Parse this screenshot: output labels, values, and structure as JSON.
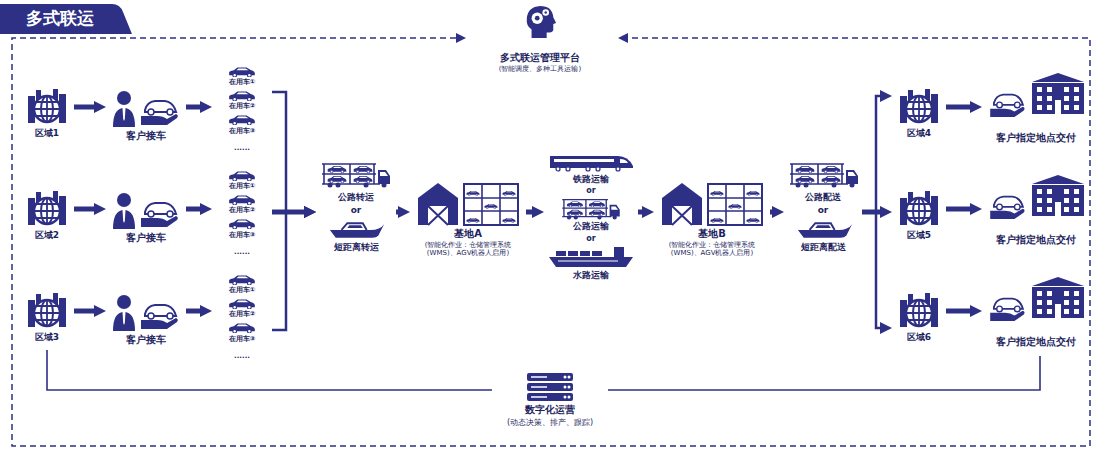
{
  "diagram": {
    "title": "多式联运",
    "nodes": [
      {
        "text": [
          "多式联运管理平台",
          "(智能调度、多种工具运输)"
        ]
      },
      {
        "text": [
          "区域1"
        ]
      },
      {
        "text": [
          "区域2"
        ]
      },
      {
        "text": [
          "区域3"
        ]
      },
      {
        "text": [
          "客户接车"
        ]
      },
      {
        "text": [
          "客户接车"
        ]
      },
      {
        "text": [
          "客户接车"
        ]
      },
      {
        "text": [
          "在用车①",
          "在用车②",
          "在用车③",
          "......"
        ]
      },
      {
        "text": [
          "在用车①",
          "在用车②",
          "在用车③",
          "......"
        ]
      },
      {
        "text": [
          "在用车①",
          "在用车②",
          "在用车③",
          "......"
        ]
      },
      {
        "text": [
          "公路转运",
          "or",
          "短距离转运"
        ]
      },
      {
        "text": [
          "基地A",
          "(智能化作业：仓储管理系统(WMS)、AGV机器人启用)"
        ]
      },
      {
        "text": [
          "铁路运输",
          "or",
          "公路运输",
          "or",
          "水路运输"
        ]
      },
      {
        "text": [
          "基地B",
          "(智能化作业：仓储管理系统(WMS)、AGV机器人启用)"
        ]
      },
      {
        "text": [
          "公路配送",
          "or",
          "短距离配送"
        ]
      },
      {
        "text": [
          "区域4"
        ]
      },
      {
        "text": [
          "区域5"
        ]
      },
      {
        "text": [
          "区域6"
        ]
      },
      {
        "text": [
          "客户指定地点交付"
        ]
      },
      {
        "text": [
          "客户指定地点交付"
        ]
      },
      {
        "text": [
          "客户指定地点交付"
        ]
      },
      {
        "text": [
          "数字化运营",
          "(动态决策、排产、跟踪)"
        ]
      }
    ],
    "edges": [
      {
        "from": 1,
        "to": 4,
        "arrow": "to"
      },
      {
        "from": 2,
        "to": 5,
        "arrow": "to"
      },
      {
        "from": 3,
        "to": 6,
        "arrow": "to"
      },
      {
        "from": 4,
        "to": 7,
        "arrow": "to"
      },
      {
        "from": 5,
        "to": 8,
        "arrow": "to"
      },
      {
        "from": 6,
        "to": 9,
        "arrow": "to"
      },
      {
        "from": 7,
        "to": 10,
        "arrow": "to"
      },
      {
        "from": 8,
        "to": 10,
        "arrow": "to"
      },
      {
        "from": 9,
        "to": 10,
        "arrow": "to"
      },
      {
        "from": 10,
        "to": 11,
        "arrow": "to"
      },
      {
        "from": 11,
        "to": 12,
        "arrow": "to"
      },
      {
        "from": 12,
        "to": 13,
        "arrow": "to"
      },
      {
        "from": 13,
        "to": 14,
        "arrow": "to"
      },
      {
        "from": 14,
        "to": 15,
        "arrow": "to"
      },
      {
        "from": 14,
        "to": 16,
        "arrow": "to"
      },
      {
        "from": 14,
        "to": 17,
        "arrow": "to"
      },
      {
        "from": 15,
        "to": 18,
        "arrow": "to"
      },
      {
        "from": 16,
        "to": 19,
        "arrow": "to"
      },
      {
        "from": 17,
        "to": 20,
        "arrow": "to"
      },
      {
        "from": 3,
        "to": 21,
        "arrow": "none"
      },
      {
        "from": 21,
        "to": 20,
        "arrow": "none"
      }
    ]
  }
}
